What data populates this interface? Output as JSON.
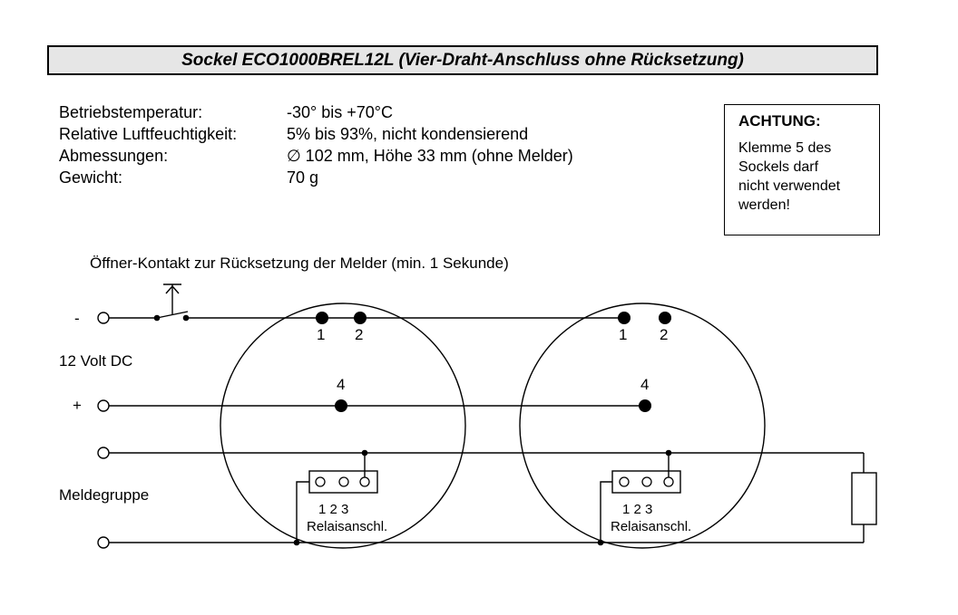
{
  "title": "Sockel ECO1000BREL12L (Vier-Draht-Anschluss ohne Rücksetzung)",
  "specs": [
    {
      "label": "Betriebstemperatur:",
      "value": "-30° bis +70°C"
    },
    {
      "label": "Relative Luftfeuchtigkeit:",
      "value": "5% bis 93%, nicht kondensierend"
    },
    {
      "label": "Abmessungen:",
      "value": "∅ 102 mm, Höhe 33 mm (ohne Melder)"
    },
    {
      "label": "Gewicht:",
      "value": "70 g"
    }
  ],
  "warning": {
    "title": "ACHTUNG:",
    "lines": [
      "Klemme 5 des",
      "Sockels darf",
      "nicht verwendet",
      "werden!"
    ]
  },
  "diagram": {
    "switch_caption": "Öffner-Kontakt zur Rücksetzung der Melder (min. 1 Sekunde)",
    "minus_sign": "-",
    "plus_sign": "+",
    "voltage_label": "12 Volt DC",
    "zone_label": "Meldegruppe",
    "sockets": [
      {
        "terminal_1": "1",
        "terminal_2": "2",
        "terminal_4": "4",
        "relay_numbers": "1 2 3",
        "relay_label": "Relaisanschl."
      },
      {
        "terminal_1": "1",
        "terminal_2": "2",
        "terminal_4": "4",
        "relay_numbers": "1 2 3",
        "relay_label": "Relaisanschl."
      }
    ]
  }
}
